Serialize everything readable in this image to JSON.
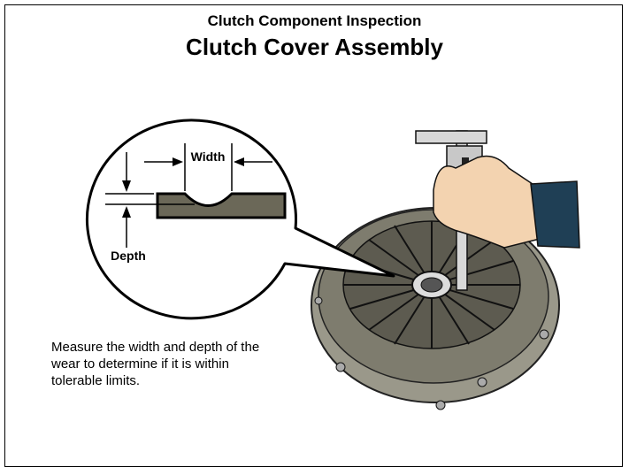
{
  "header": {
    "subtitle": "Clutch Component Inspection",
    "title": "Clutch Cover Assembly"
  },
  "diagram": {
    "width_label": "Width",
    "depth_label": "Depth"
  },
  "description": "Measure the width and depth of the wear to determine if it is within tolerable limits.",
  "colors": {
    "part_fill": "#6b6858",
    "clutch_metal": "#8a8878",
    "sleeve": "#1f3f55",
    "skin": "#f3d3b0"
  }
}
